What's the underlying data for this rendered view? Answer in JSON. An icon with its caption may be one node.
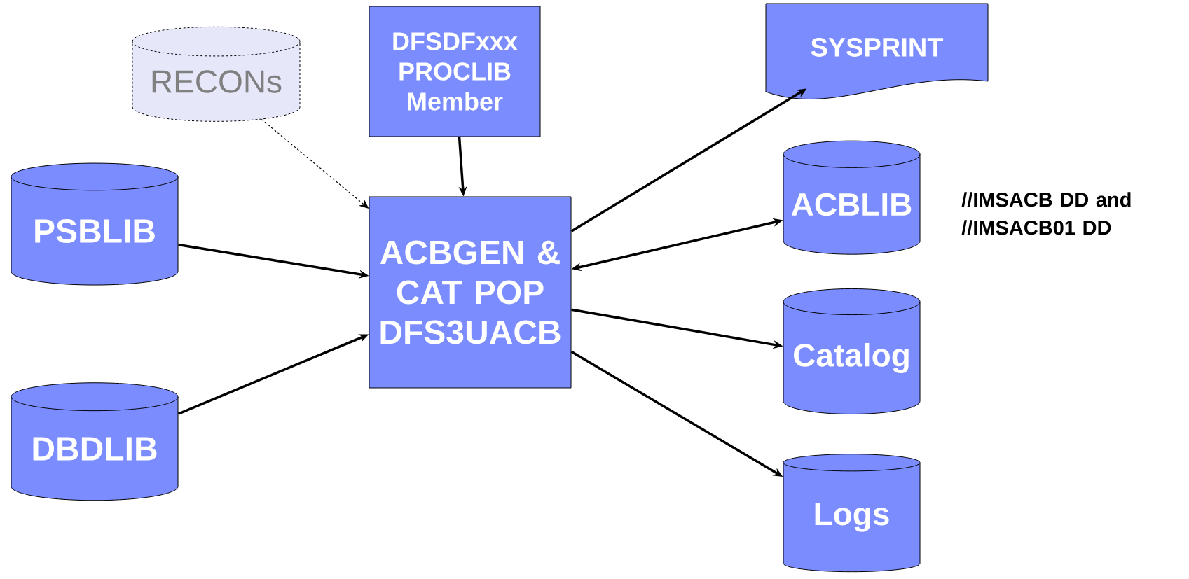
{
  "diagram": {
    "nodes": [
      {
        "text": [
          "RECONs"
        ]
      },
      {
        "text": [
          "DFSDFxxx PROCLIB Member"
        ]
      },
      {
        "text": [
          "PSBLIB"
        ]
      },
      {
        "text": [
          "ACBGEN & CAT POP DFS3UACB"
        ]
      },
      {
        "text": [
          "SYSPRINT"
        ]
      },
      {
        "text": [
          "ACBLIB"
        ]
      },
      {
        "text": [
          "DBDLIB"
        ]
      },
      {
        "text": [
          "Catalog"
        ]
      },
      {
        "text": [
          "Logs"
        ]
      }
    ],
    "edges": [
      {
        "from": 0,
        "to": 3,
        "arrow": "to",
        "style": "dashed"
      },
      {
        "from": 1,
        "to": 3,
        "arrow": "to"
      },
      {
        "from": 2,
        "to": 3,
        "arrow": "to"
      },
      {
        "from": 6,
        "to": 3,
        "arrow": "to"
      },
      {
        "from": 3,
        "to": 4,
        "arrow": "to"
      },
      {
        "from": 3,
        "to": 5,
        "arrow": "both"
      },
      {
        "from": 3,
        "to": 7,
        "arrow": "to"
      },
      {
        "from": 3,
        "to": 8,
        "arrow": "to"
      }
    ],
    "labels": [
      "//IMSACB DD and //IMSACB01 DD"
    ]
  }
}
